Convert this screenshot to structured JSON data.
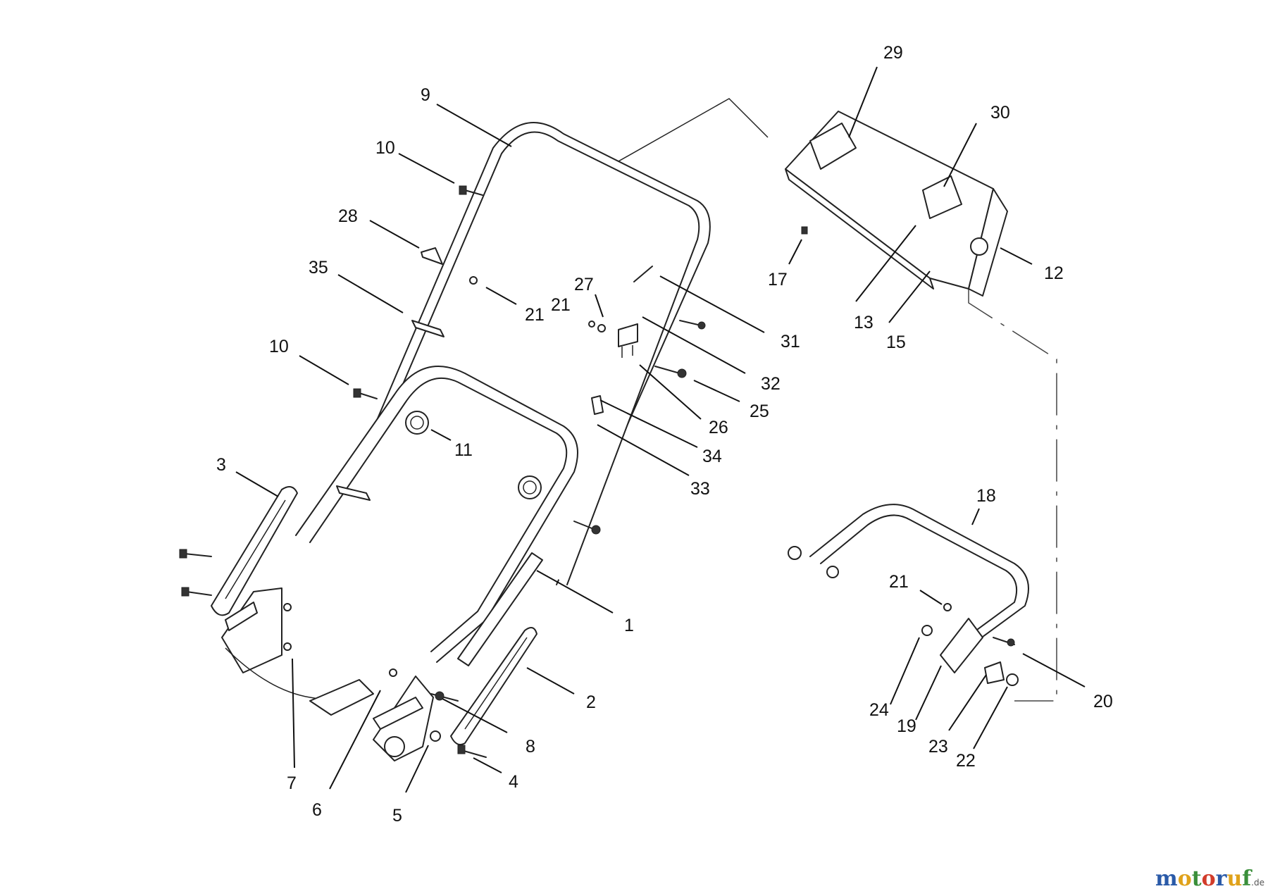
{
  "diagram": {
    "callouts": [
      {
        "id": "9",
        "label": "9"
      },
      {
        "id": "10a",
        "label": "10"
      },
      {
        "id": "28",
        "label": "28"
      },
      {
        "id": "35",
        "label": "35"
      },
      {
        "id": "21a",
        "label": "21"
      },
      {
        "id": "27",
        "label": "27"
      },
      {
        "id": "21b",
        "label": "21"
      },
      {
        "id": "10b",
        "label": "10"
      },
      {
        "id": "11",
        "label": "11"
      },
      {
        "id": "3",
        "label": "3"
      },
      {
        "id": "29",
        "label": "29"
      },
      {
        "id": "30",
        "label": "30"
      },
      {
        "id": "17",
        "label": "17"
      },
      {
        "id": "12",
        "label": "12"
      },
      {
        "id": "13",
        "label": "13"
      },
      {
        "id": "15",
        "label": "15"
      },
      {
        "id": "31",
        "label": "31"
      },
      {
        "id": "32",
        "label": "32"
      },
      {
        "id": "25",
        "label": "25"
      },
      {
        "id": "26",
        "label": "26"
      },
      {
        "id": "34",
        "label": "34"
      },
      {
        "id": "33",
        "label": "33"
      },
      {
        "id": "1",
        "label": "1"
      },
      {
        "id": "2",
        "label": "2"
      },
      {
        "id": "8",
        "label": "8"
      },
      {
        "id": "4",
        "label": "4"
      },
      {
        "id": "5",
        "label": "5"
      },
      {
        "id": "6",
        "label": "6"
      },
      {
        "id": "7",
        "label": "7"
      },
      {
        "id": "18",
        "label": "18"
      },
      {
        "id": "21c",
        "label": "21"
      },
      {
        "id": "20",
        "label": "20"
      },
      {
        "id": "24",
        "label": "24"
      },
      {
        "id": "19",
        "label": "19"
      },
      {
        "id": "23",
        "label": "23"
      },
      {
        "id": "22",
        "label": "22"
      }
    ]
  },
  "watermark": {
    "m": "m",
    "o1": "o",
    "t": "t",
    "o2": "o",
    "r": "r",
    "u": "u",
    "f": "f",
    "de": ".de",
    "colors": {
      "m": "#2a5aa8",
      "o1": "#e0a21a",
      "t": "#3a8f3a",
      "o2": "#d23c2a",
      "r": "#2a5aa8",
      "u": "#e0a21a",
      "f": "#3a8f3a"
    }
  }
}
